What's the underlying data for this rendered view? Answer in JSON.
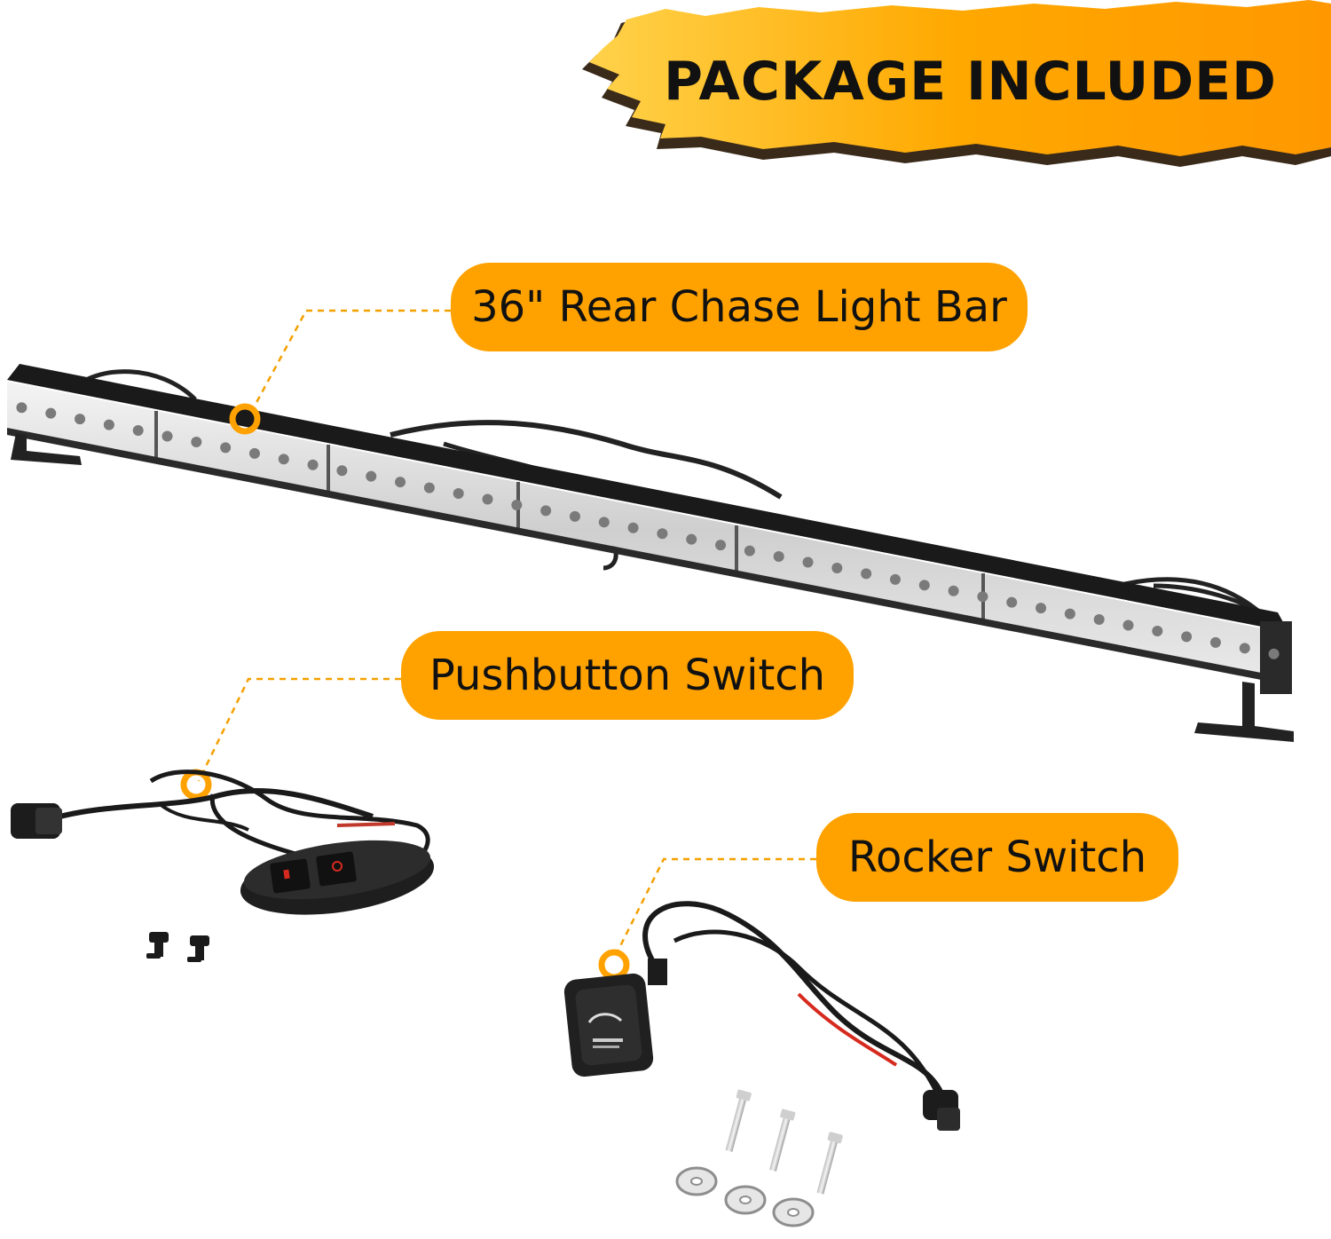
{
  "banner": {
    "title": "PACKAGE INCLUDED",
    "color": "#ffa500"
  },
  "accent_color": "#ffa200",
  "items": [
    {
      "label": "36\" Rear Chase Light Bar"
    },
    {
      "label": "Pushbutton Switch"
    },
    {
      "label": "Rocker Switch"
    }
  ],
  "icons": [
    "light-bar",
    "pushbutton-switch",
    "rocker-switch",
    "mounting-screws",
    "washers"
  ]
}
